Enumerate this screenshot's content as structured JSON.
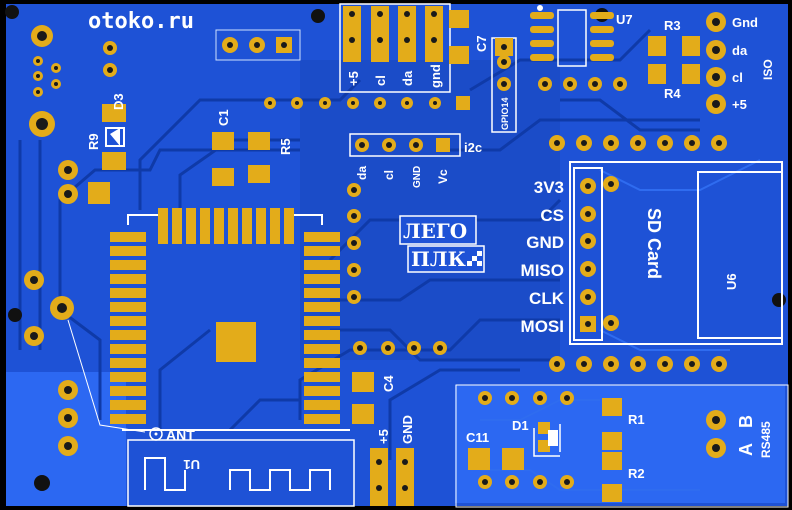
{
  "board": {
    "site_label": "otoko.ru",
    "logo_line1": "ЛЕГО",
    "logo_line2": "ПЛК"
  },
  "components": {
    "d3": "D3",
    "r9": "R9",
    "c1": "C1",
    "r5": "R5",
    "c7": "C7",
    "u7": "U7",
    "r3": "R3",
    "r4": "R4",
    "c4": "C4",
    "c11": "C11",
    "d1": "D1",
    "r1": "R1",
    "r2": "R2",
    "u1": "U1",
    "u6": "U6"
  },
  "top_header": [
    "+5",
    "cl",
    "da",
    "gnd"
  ],
  "gpio_label": "GPIO14",
  "i2c": {
    "label": "i2c",
    "pins": [
      "da",
      "cl",
      "GND",
      "Vc"
    ]
  },
  "iso": {
    "label": "ISO",
    "pins": [
      "Gnd",
      "da",
      "cl",
      "+5"
    ]
  },
  "sd": {
    "title": "SD Card",
    "pins": [
      "3V3",
      "CS",
      "GND",
      "MISO",
      "CLK",
      "MOSI"
    ]
  },
  "ant_label": "ANT",
  "power_header": [
    "+5",
    "GND"
  ],
  "rs485": {
    "label": "RS485",
    "pins": [
      "A",
      "B"
    ]
  }
}
